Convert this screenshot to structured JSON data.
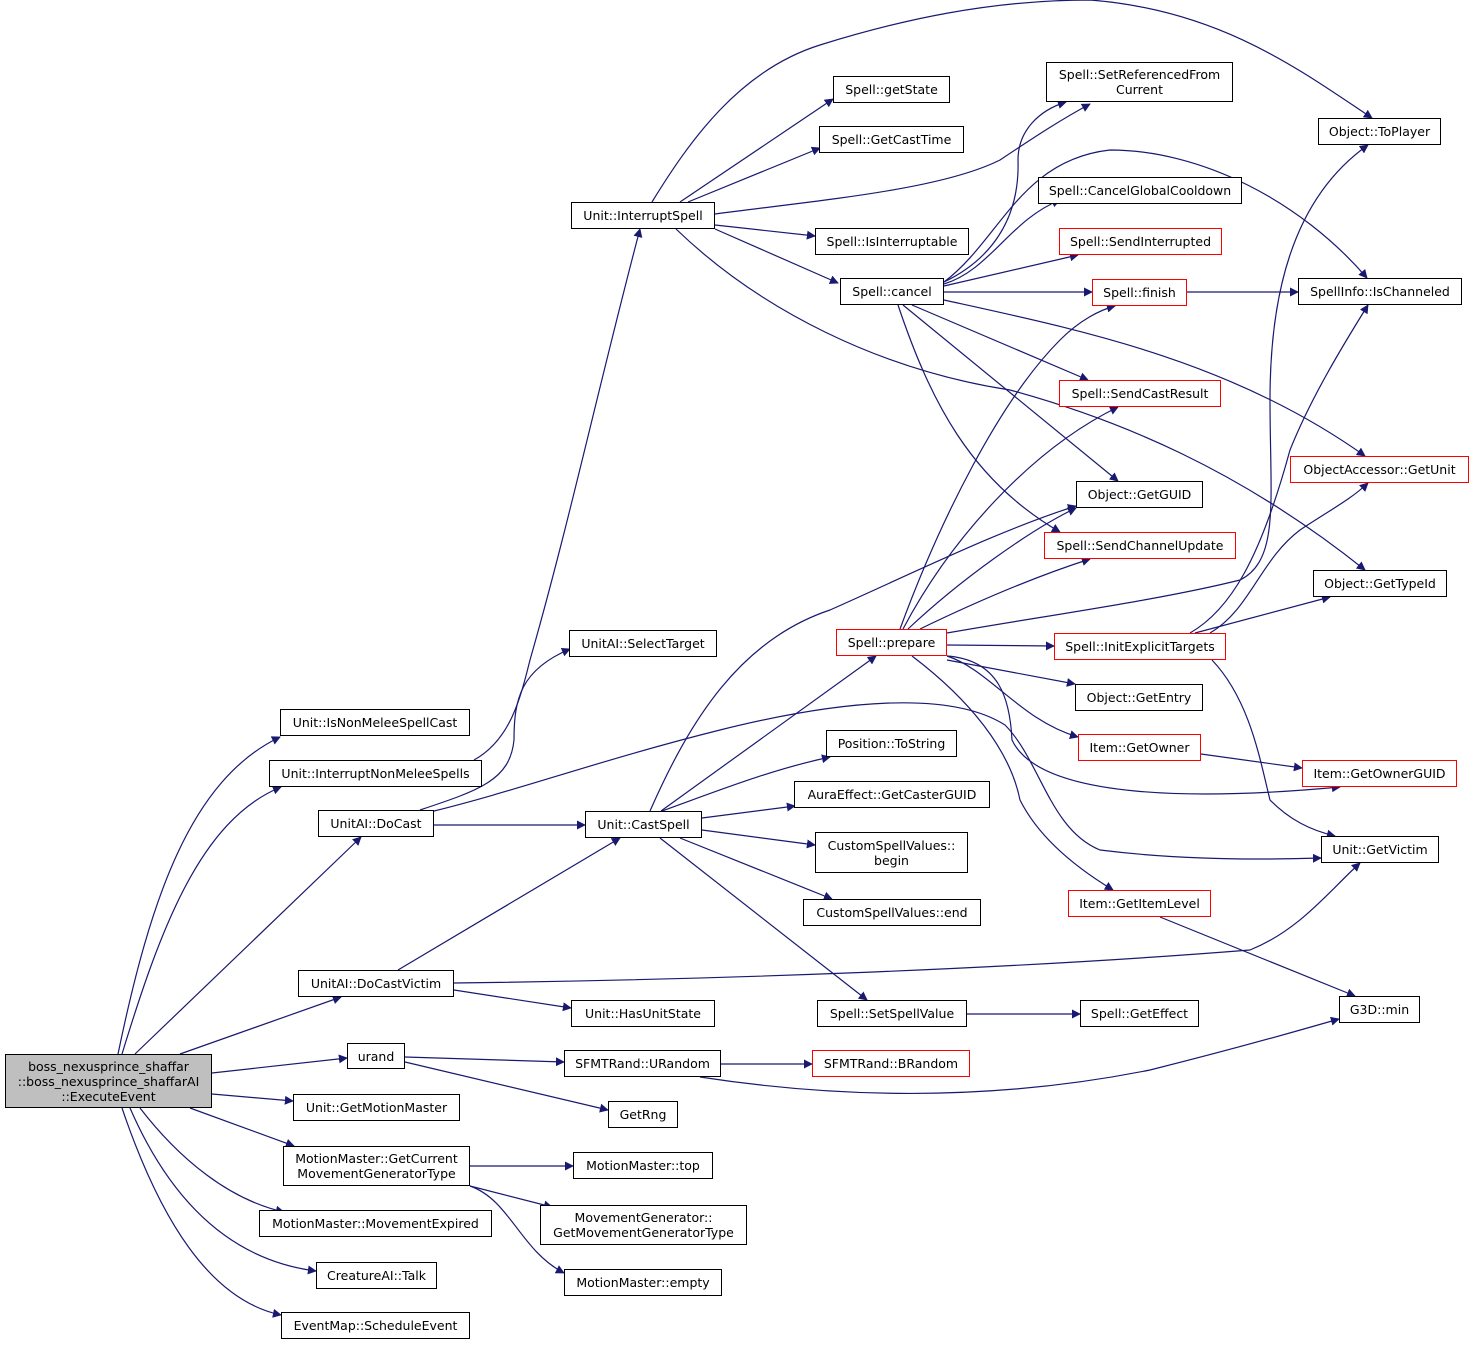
{
  "colors": {
    "edge": "#191970",
    "node_border": "#000000",
    "incomplete_border": "#ff0000",
    "root_fill": "#bfbfbf"
  },
  "nodes": {
    "root": "boss_nexusprince_shaffar\n::boss_nexusprince_shaffarAI\n::ExecuteEvent",
    "isNonMelee": "Unit::IsNonMeleeSpellCast",
    "interruptNonMelee": "Unit::InterruptNonMeleeSpells",
    "doCast": "UnitAI::DoCast",
    "doCastVictim": "UnitAI::DoCastVictim",
    "urand": "urand",
    "getMotionMaster": "Unit::GetMotionMaster",
    "getCurrentMGT": "MotionMaster::GetCurrent\nMovementGeneratorType",
    "movementExpired": "MotionMaster::MovementExpired",
    "talk": "CreatureAI::Talk",
    "scheduleEvent": "EventMap::ScheduleEvent",
    "interruptSpell": "Unit::InterruptSpell",
    "selectTarget": "UnitAI::SelectTarget",
    "castSpell": "Unit::CastSpell",
    "hasUnitState": "Unit::HasUnitState",
    "sfmtURandom": "SFMTRand::URandom",
    "getRng": "GetRng",
    "mmTop": "MotionMaster::top",
    "mgGetType": "MovementGenerator::\nGetMovementGeneratorType",
    "mmEmpty": "MotionMaster::empty",
    "getState": "Spell::getState",
    "getCastTime": "Spell::GetCastTime",
    "isInterruptable": "Spell::IsInterruptable",
    "spellCancel": "Spell::cancel",
    "spellPrepare": "Spell::prepare",
    "posToString": "Position::ToString",
    "auraCasterGUID": "AuraEffect::GetCasterGUID",
    "csvBegin": "CustomSpellValues::\nbegin",
    "csvEnd": "CustomSpellValues::end",
    "setSpellValue": "Spell::SetSpellValue",
    "sfmtBRandom": "SFMTRand::BRandom",
    "setRefFromCurrent": "Spell::SetReferencedFrom\nCurrent",
    "cancelGCD": "Spell::CancelGlobalCooldown",
    "sendInterrupted": "Spell::SendInterrupted",
    "spellFinish": "Spell::finish",
    "sendCastResult": "Spell::SendCastResult",
    "objGetGUID": "Object::GetGUID",
    "sendChannelUpdate": "Spell::SendChannelUpdate",
    "initExplicitTargets": "Spell::InitExplicitTargets",
    "objGetEntry": "Object::GetEntry",
    "itemGetOwner": "Item::GetOwner",
    "itemGetItemLevel": "Item::GetItemLevel",
    "getEffect": "Spell::GetEffect",
    "toPlayer": "Object::ToPlayer",
    "isChanneled": "SpellInfo::IsChanneled",
    "oaGetUnit": "ObjectAccessor::GetUnit",
    "getTypeId": "Object::GetTypeId",
    "getOwnerGUID": "Item::GetOwnerGUID",
    "getVictim": "Unit::GetVictim",
    "g3dMin": "G3D::min"
  }
}
